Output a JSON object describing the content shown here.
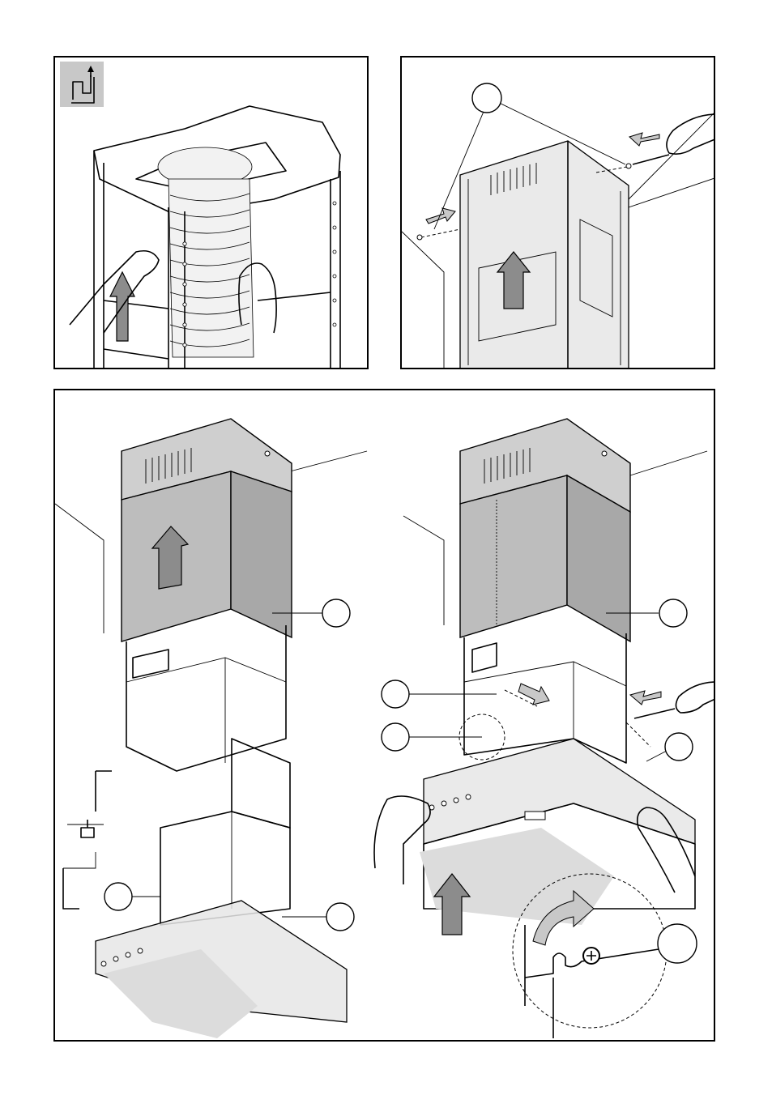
{
  "panels": [
    {
      "id": "panel-1",
      "callouts": []
    },
    {
      "id": "panel-2",
      "callouts": [
        ""
      ]
    },
    {
      "id": "panel-3",
      "callouts": [
        "",
        "",
        "",
        "",
        "",
        "",
        ""
      ]
    }
  ],
  "icons": {
    "exhaust_mode": "ducted-exhaust-icon",
    "direction": "up-arrow-icon",
    "screw": "screw-icon",
    "screwdriver": "screwdriver-icon",
    "hand": "hand-icon"
  },
  "colors": {
    "line": "#000000",
    "arrow_fill": "#8c8c8c",
    "side_arrow_fill": "#c8c8c8",
    "steel": "#b5b5b5",
    "glass": "#e6e6e6"
  }
}
